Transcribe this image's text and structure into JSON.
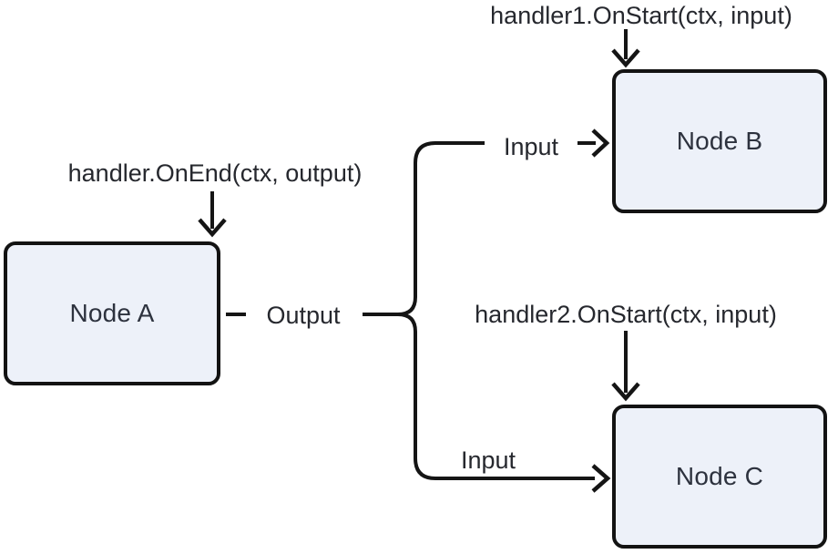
{
  "diagram": {
    "nodes": [
      {
        "id": "node-a",
        "label": "Node A"
      },
      {
        "id": "node-b",
        "label": "Node B"
      },
      {
        "id": "node-c",
        "label": "Node C"
      }
    ],
    "annotations": {
      "on_end": "handler.OnEnd(ctx, output)",
      "on_start_1": "handler1.OnStart(ctx, input)",
      "on_start_2": "handler2.OnStart(ctx, input)"
    },
    "edge_labels": {
      "output": "Output",
      "input_top": "Input",
      "input_bottom": "Input"
    },
    "colors": {
      "background": "#ffffff",
      "node_fill": "#edf1f9",
      "line": "#151515",
      "annotation_text": "#26282e",
      "node_text": "#2d323e"
    }
  }
}
